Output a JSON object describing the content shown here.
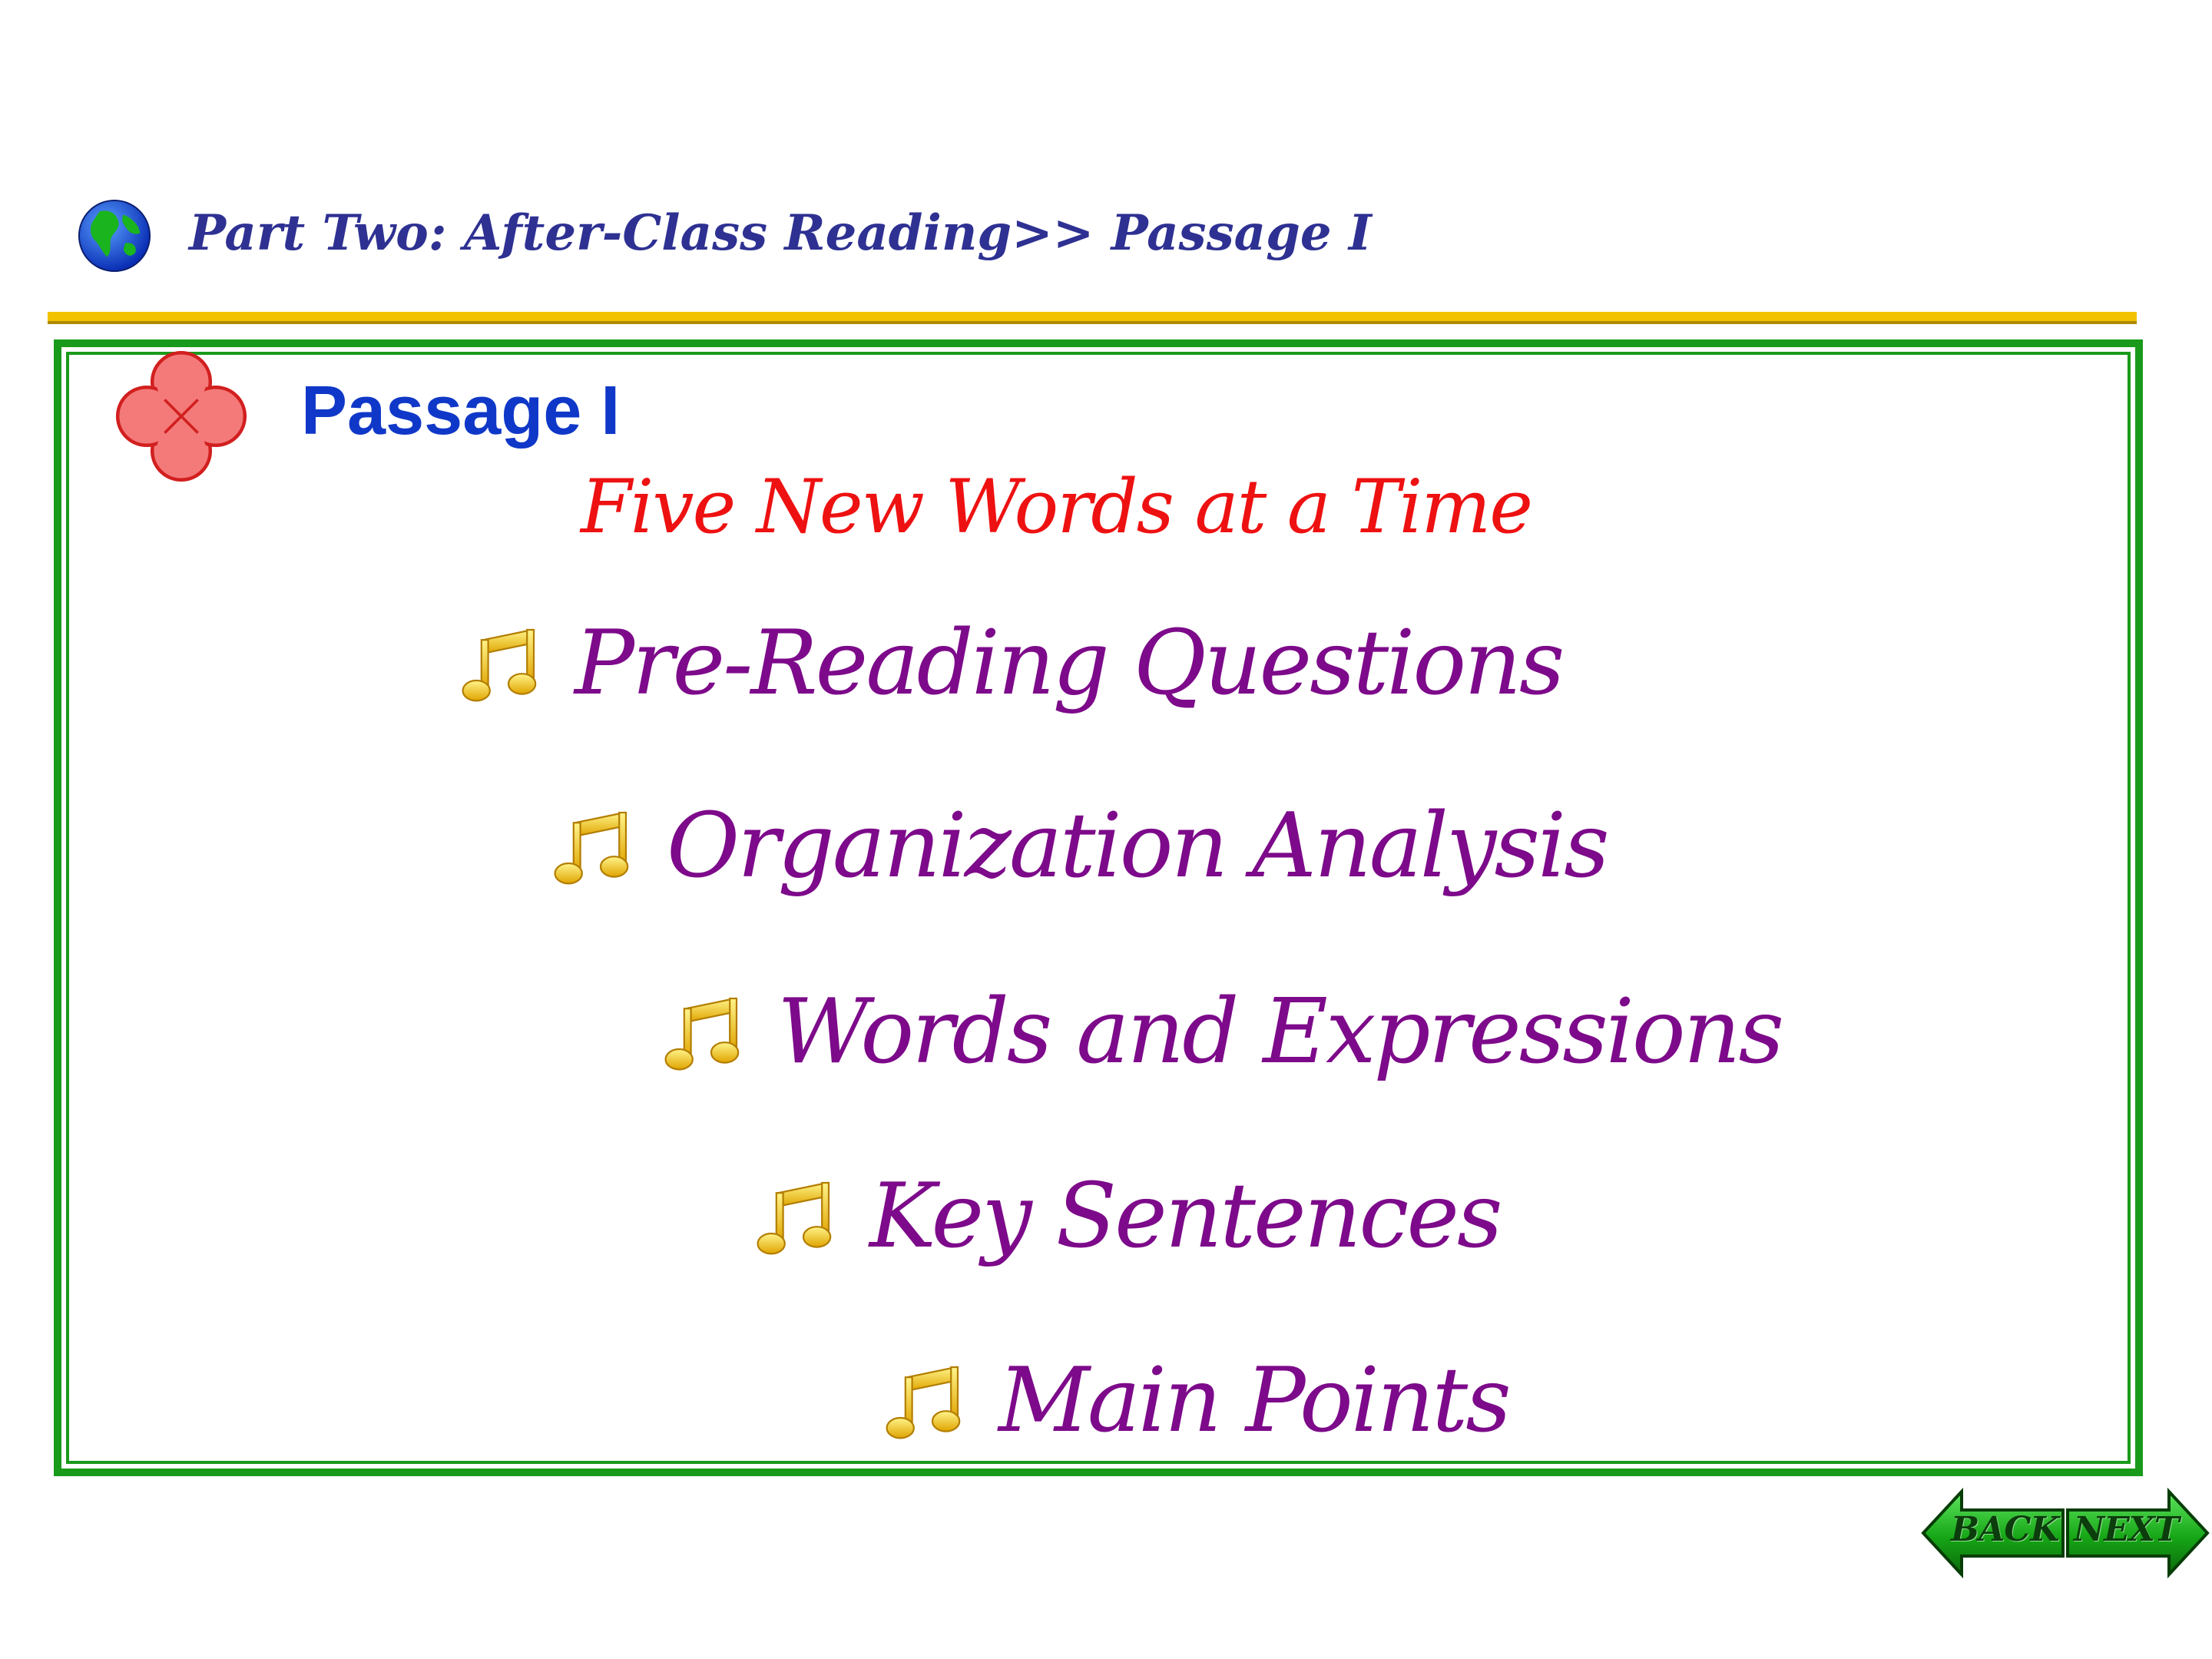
{
  "header": {
    "icon": "globe-icon",
    "title": "Part Two: After-Class Reading>> Passage I"
  },
  "section": {
    "icon": "flower-icon",
    "title": "Passage I",
    "subtitle": "Five New Words at a Time"
  },
  "menu": {
    "icon": "music-note-icon",
    "items": [
      {
        "label": "Pre-Reading Questions"
      },
      {
        "label": "Organization Analysis"
      },
      {
        "label": "Words and Expressions"
      },
      {
        "label": "Key Sentences"
      },
      {
        "label": "Main Points"
      }
    ]
  },
  "nav": {
    "back_label": "BACK",
    "next_label": "NEXT"
  },
  "colors": {
    "header_text": "#2e3192",
    "rule": "#f2c200",
    "frame": "#1a9a1a",
    "section_title": "#1038c8",
    "subtitle": "#ee1111",
    "menu_text": "#7d0a8a",
    "nav_arrow": "#16a616"
  }
}
